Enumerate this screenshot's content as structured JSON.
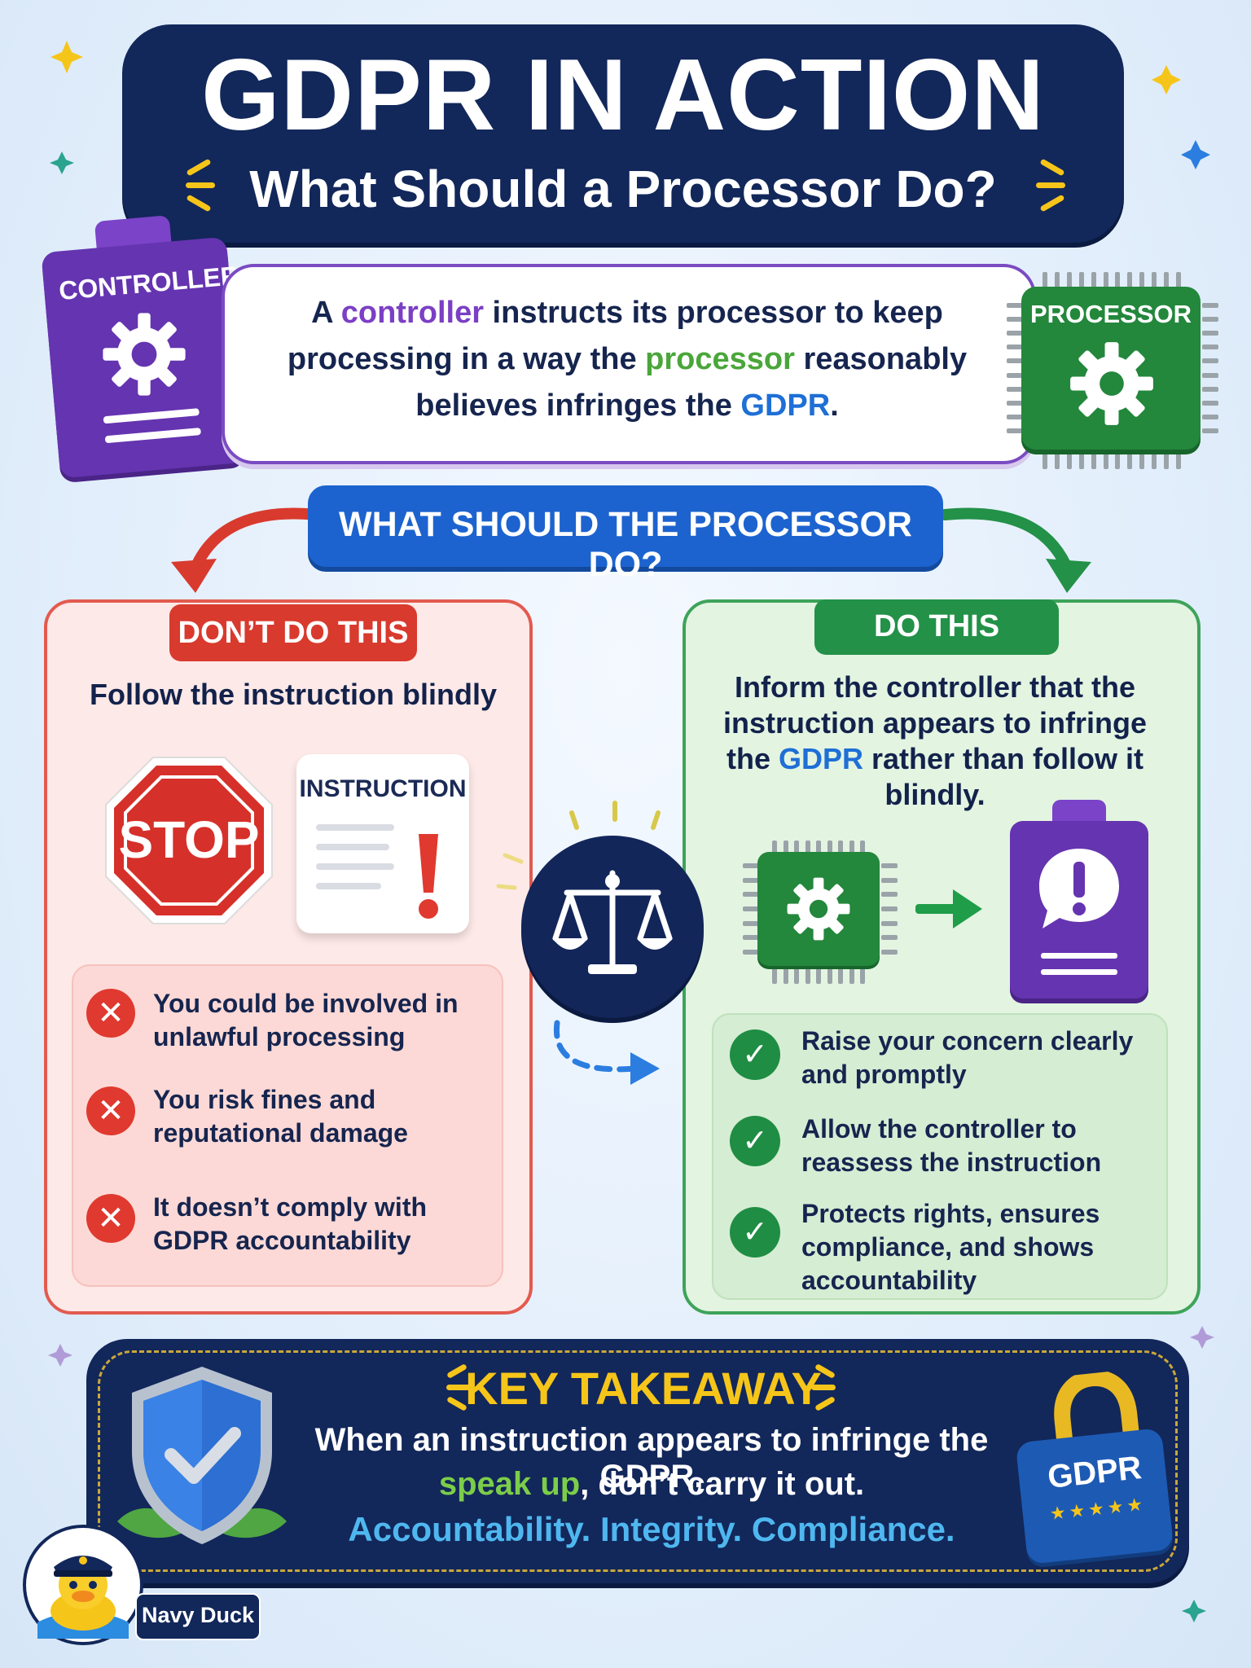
{
  "title": {
    "main": "GDPR IN ACTION",
    "subtitle": "What Should a Processor Do?"
  },
  "controller_label": "CONTROLLER",
  "processor_label": "PROCESSOR",
  "scenario": {
    "t1": "A ",
    "controller": "controller",
    "t2": " instructs its processor to keep processing in a way the ",
    "processor": "processor",
    "t3": " reasonably believes infringes the ",
    "gdpr": "GDPR",
    "t4": "."
  },
  "question": "WHAT SHOULD THE PROCESSOR DO?",
  "dont": {
    "header": "DON’T DO THIS",
    "subtitle": "Follow the instruction blindly",
    "stop_label": "STOP",
    "instruction_label": "INSTRUCTION",
    "items": [
      "You could be involved in unlawful processing",
      "You risk fines and reputational damage",
      "It doesn’t comply with GDPR accountability"
    ]
  },
  "do": {
    "header": "DO THIS",
    "desc_a": "Inform the controller that the instruction appears to infringe the ",
    "desc_gdpr": "GDPR",
    "desc_b": " rather than follow it blindly.",
    "items": [
      "Raise your concern clearly and promptly",
      "Allow the controller to reassess the instruction",
      "Protects rights, ensures compliance, and shows accountability"
    ]
  },
  "takeaway": {
    "title": "KEY TAKEAWAY",
    "line1": "When an instruction appears to infringe the GDPR,",
    "line2_highlight": "speak up",
    "line2_rest": ", don’t carry it out.",
    "line3": "Accountability. Integrity. Compliance."
  },
  "lock_label": "GDPR",
  "mascot_name": "Navy Duck",
  "icons": {
    "controller": "gear-icon",
    "processor": "gear-icon",
    "stop": "stop-sign-icon",
    "instruction": "exclamation-icon",
    "scale": "scale-icon",
    "shield": "shield-check-icon",
    "lock": "lock-icon",
    "x": "x-icon",
    "check": "check-icon"
  },
  "colors": {
    "navy": "#12275a",
    "purple": "#6534b0",
    "green": "#23873c",
    "red": "#d93a2e",
    "blue": "#1c63cf",
    "yellow": "#f6c51a"
  }
}
